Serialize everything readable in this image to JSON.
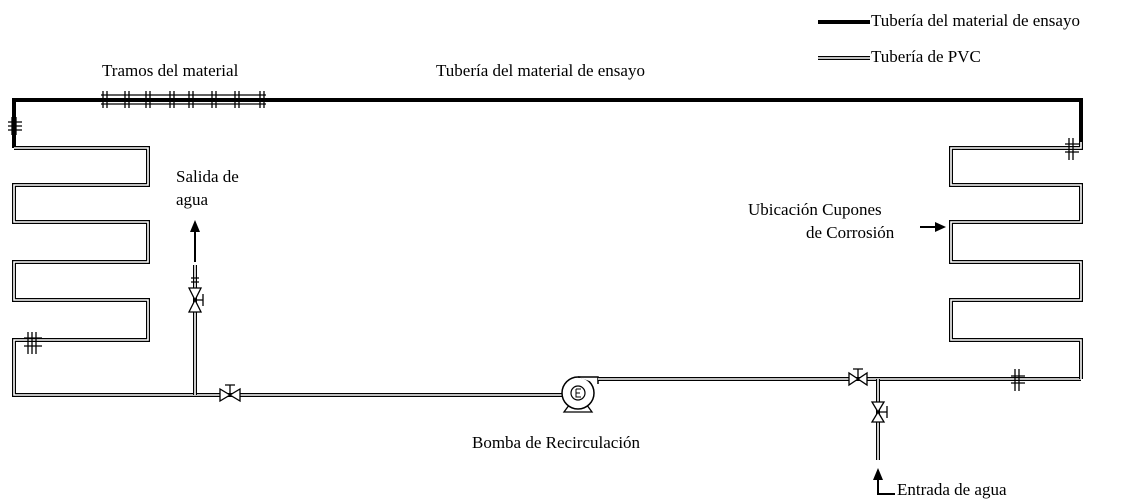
{
  "legend": {
    "test_pipe_label": "Tubería del material de ensayo",
    "pvc_pipe_label": "Tubería de PVC"
  },
  "labels": {
    "segments": "Tramos del material",
    "top_pipe": "Tubería del material de ensayo",
    "water_outlet_line1": "Salida de",
    "water_outlet_line2": "agua",
    "coupons_line1": "Ubicación Cupones",
    "coupons_line2": "de Corrosión",
    "pump": "Bomba de Recirculación",
    "water_inlet": "Entrada de agua"
  }
}
